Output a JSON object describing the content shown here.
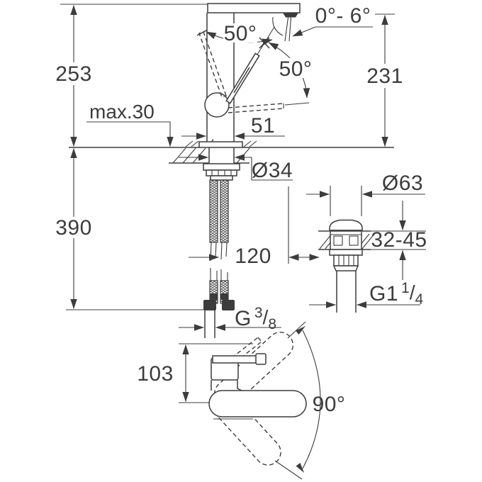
{
  "drawing": {
    "line_color": "#3c3c3c",
    "background": "#ffffff",
    "side_view": {
      "height_above_deck": "253",
      "outlet_height": "231",
      "aerator_tilt_angle": "0°- 6°",
      "handle_angle_open": "50°",
      "handle_angle_front": "50°",
      "max_deck_thickness": "max.30",
      "body_width": "51",
      "shank_diameter": "Ø34",
      "below_deck_length": "390",
      "outlet_offset": "120",
      "hose_thread": {
        "prefix": "G",
        "num": "3",
        "sep": "/",
        "den": "8"
      }
    },
    "drain_detail": {
      "flange_diameter": "Ø63",
      "deck_thickness_range": "32-45",
      "drain_thread": {
        "prefix": "G1",
        "num": "1",
        "sep": "/",
        "den": "4"
      }
    },
    "top_view": {
      "handle_to_spout": "103",
      "swivel_range": "90°"
    }
  }
}
